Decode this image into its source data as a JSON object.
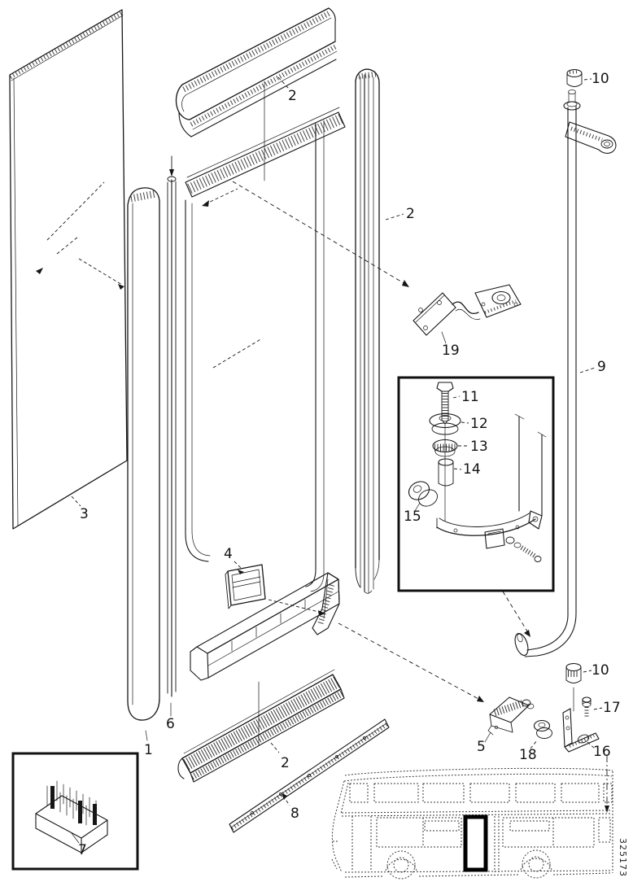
{
  "diagram": {
    "drawing_number": "325173",
    "labels": {
      "l1": "1",
      "l2_top": "2",
      "l2_right": "2",
      "l2_bottom": "2",
      "l3": "3",
      "l4": "4",
      "l5": "5",
      "l6": "6",
      "l7": "7",
      "l8": "8",
      "l9": "9",
      "l10_top": "10",
      "l10_bottom": "10",
      "l11": "11",
      "l12": "12",
      "l13": "13",
      "l14": "14",
      "l15": "15",
      "l16": "16",
      "l17": "17",
      "l18": "18",
      "l19": "19"
    }
  }
}
